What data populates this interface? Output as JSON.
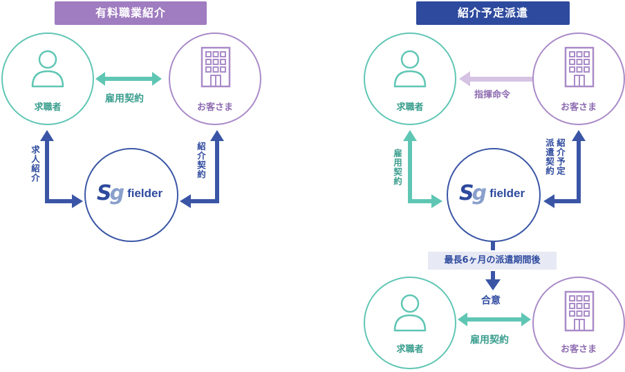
{
  "left_panel": {
    "title": "有料職業紹介",
    "title_color": "#a07cc0",
    "job_seeker_label": "求職者",
    "client_label": "お客さま",
    "employment_contract_label": "雇用契約",
    "job_introduction_label": "求人紹介",
    "referral_contract_label": "紹介契約",
    "company_logo_s": "S",
    "company_logo_g": "g",
    "company_name": "fielder"
  },
  "right_panel": {
    "title": "紹介予定派遣",
    "title_color": "#2e4a9e",
    "job_seeker_label": "求職者",
    "client_label": "お客さま",
    "instruction_label": "指揮命令",
    "employment_contract_label": "雇用契約",
    "dispatch_contract_label": "紹介予定派遣契約",
    "company_logo_s": "S",
    "company_logo_g": "g",
    "company_name": "fielder",
    "period_label": "最長6ヶ月の派遣期間後",
    "agreement_label": "合意",
    "after_job_seeker_label": "求職者",
    "after_client_label": "お客さま",
    "after_employment_contract_label": "雇用契約"
  },
  "colors": {
    "teal": "#5fc6b4",
    "purple": "#a98ac8",
    "light_purple": "#d6c3e3",
    "blue": "#3a55a5"
  },
  "icons": {
    "person": "person-icon",
    "building": "building-icon"
  }
}
